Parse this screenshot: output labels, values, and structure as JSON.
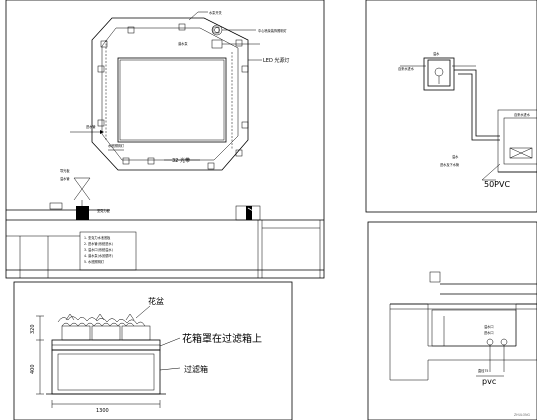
{
  "plan": {
    "callouts_top": [
      "水泵开关",
      "中心喷泉装饰照明灯"
    ],
    "pump_note": "潜水泵",
    "led_label": "LED 光源灯",
    "label_32": "32 光带",
    "pipe_note": "进水管",
    "lamp_note": "水底照明灯",
    "side_notes": [
      "导光板",
      "溢水管"
    ],
    "elevation_label": "亚克力板",
    "legend": [
      "1. 亚克力水池底板",
      "2. 进水管(系统进水)",
      "3. 溢水口(系统溢水)",
      "4. 潜水泵(水景循环)",
      "5. 水底照明灯"
    ]
  },
  "detail": {
    "title_box": "溢水",
    "left_label": "自来水进水",
    "right_label": "自来水进水",
    "note_line1": "溢水",
    "note_line2": "进水及下水管",
    "pipe_spec": "50PVC"
  },
  "planter": {
    "flower_label": "花盆",
    "cover_label": "花箱罩在过滤箱上",
    "filter_label": "过滤箱",
    "dim_top": "320",
    "dim_mid": "400",
    "dim_width": "1300"
  },
  "lower_right": {
    "notes": [
      "溢水口",
      "进水口"
    ],
    "size_label": "直径75",
    "pipe_label": "pvc",
    "watermark": "ZHULONG"
  }
}
